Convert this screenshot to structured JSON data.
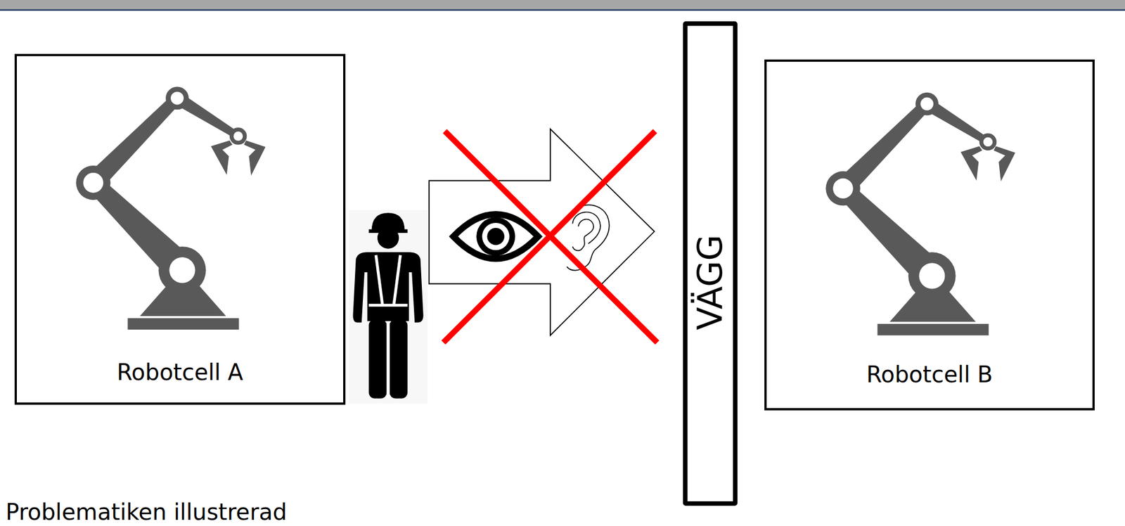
{
  "diagram": {
    "caption": "Problematiken illustrerad",
    "nodes": [
      {
        "text": [
          "Robotcell A"
        ]
      },
      {
        "text": [
          "VÄGG"
        ]
      },
      {
        "text": [
          "Robotcell B"
        ]
      }
    ]
  }
}
